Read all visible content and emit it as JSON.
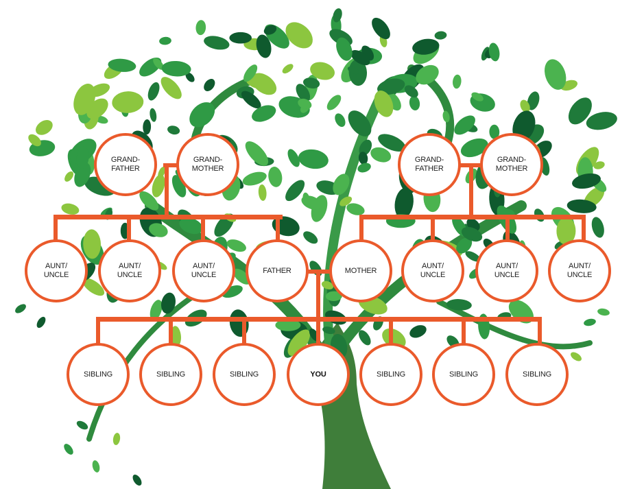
{
  "colors": {
    "connector": "#ea5a2b",
    "node_fill": "#ffffff",
    "trunk": "#3f7e3a",
    "leaf_palette": [
      "#1f7a3a",
      "#2f9a45",
      "#4bb34f",
      "#8cc63f",
      "#0f5a2e"
    ]
  },
  "grandparents": {
    "paternal": {
      "grandfather": "GRAND-\nFATHER",
      "grandmother": "GRAND-\nMOTHER"
    },
    "maternal": {
      "grandfather": "GRAND-\nFATHER",
      "grandmother": "GRAND-\nMOTHER"
    }
  },
  "parents_row": [
    "AUNT/\nUNCLE",
    "AUNT/\nUNCLE",
    "AUNT/\nUNCLE",
    "FATHER",
    "MOTHER",
    "AUNT/\nUNCLE",
    "AUNT/\nUNCLE",
    "AUNT/\nUNCLE"
  ],
  "children_row": [
    "SIBLING",
    "SIBLING",
    "SIBLING",
    "YOU",
    "SIBLING",
    "SIBLING",
    "SIBLING"
  ]
}
